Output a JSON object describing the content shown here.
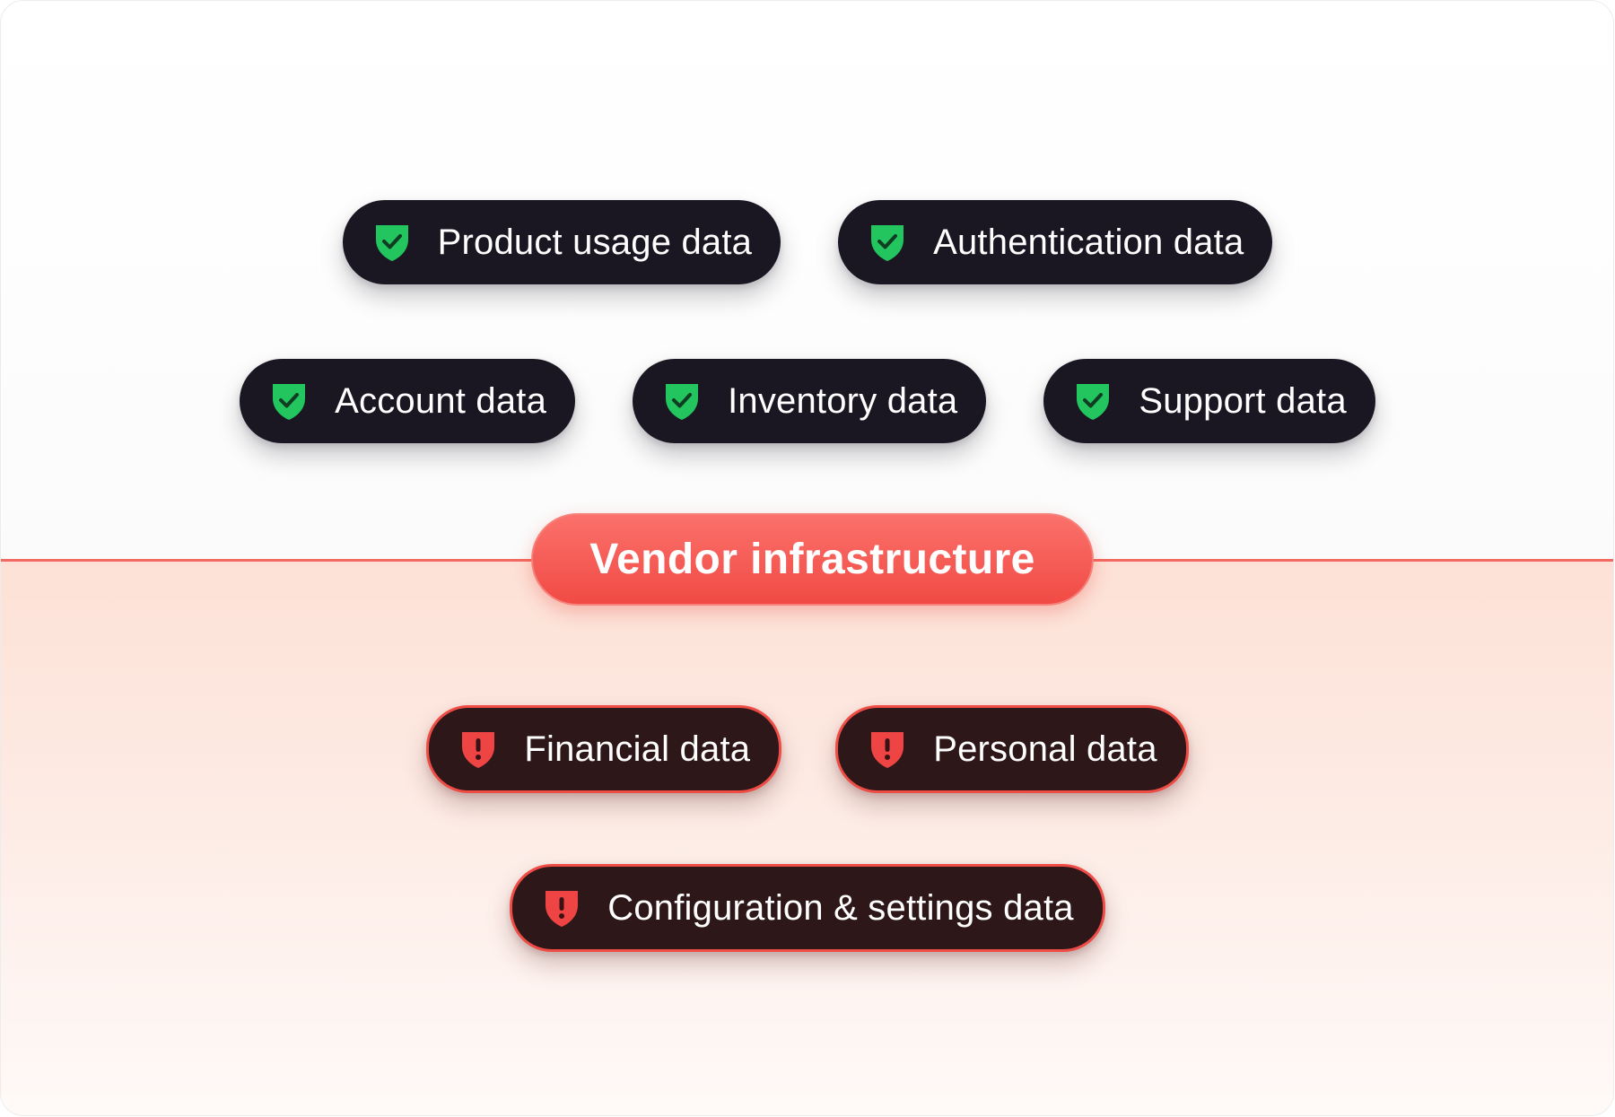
{
  "colors": {
    "safe_pill_bg": "#1a1722",
    "safe_icon": "#22c55e",
    "risk_pill_bg": "#2d1719",
    "risk_border": "#ef4c45",
    "risk_icon": "#ef4444",
    "vendor_bg": "#f4544e",
    "divider": "#f36a62"
  },
  "vendor": {
    "label": "Vendor infrastructure"
  },
  "safe_items": [
    {
      "label": "Product usage data",
      "icon": "shield-check-icon"
    },
    {
      "label": "Authentication data",
      "icon": "shield-check-icon"
    },
    {
      "label": "Account data",
      "icon": "shield-check-icon"
    },
    {
      "label": "Inventory data",
      "icon": "shield-check-icon"
    },
    {
      "label": "Support data",
      "icon": "shield-check-icon"
    }
  ],
  "risk_items": [
    {
      "label": "Financial data",
      "icon": "shield-alert-icon"
    },
    {
      "label": "Personal data",
      "icon": "shield-alert-icon"
    },
    {
      "label": "Configuration & settings data",
      "icon": "shield-alert-icon"
    }
  ]
}
